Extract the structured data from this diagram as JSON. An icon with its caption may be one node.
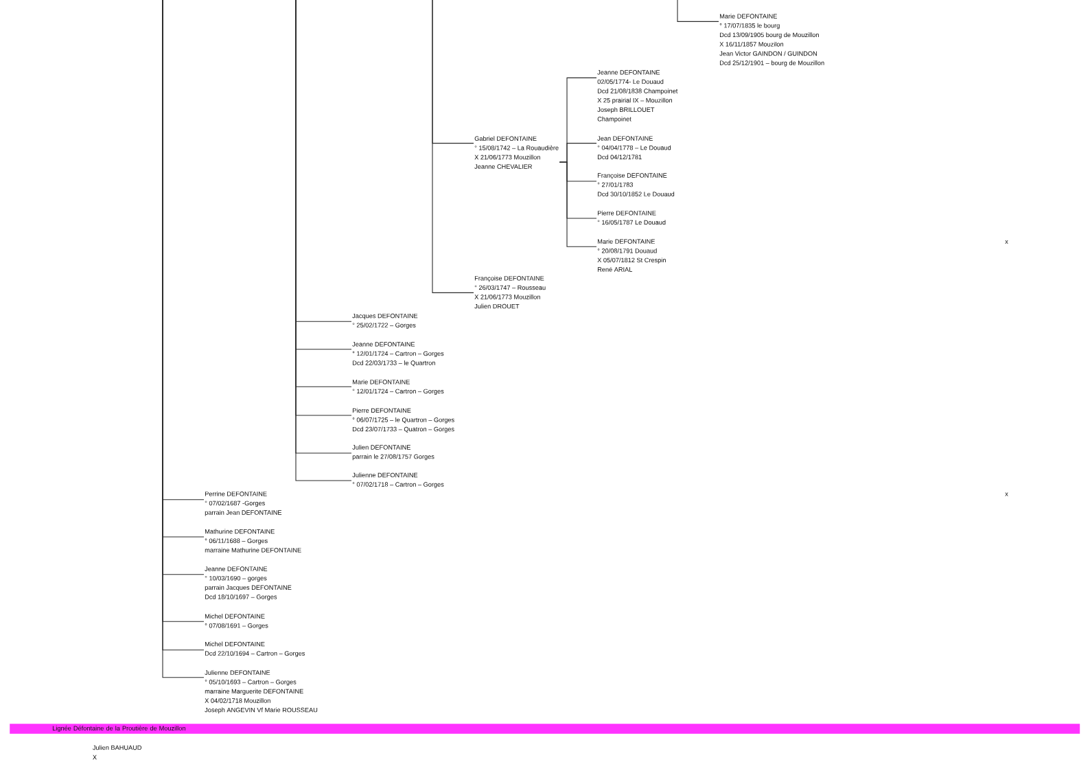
{
  "diagram": {
    "nodes": [
      {
        "text": [
          "Marie DEFONTAINE",
          "° 17/07/1835 le bourg",
          "Dcd 13/09/1905 bourg de Mouzillon",
          "X 16/11/1857 Mouzilon",
          "Jean Victor GAINDON / GUINDON",
          "Dcd 25/12/1901 – bourg de Mouzillon"
        ]
      },
      {
        "text": [
          "Jeanne DEFONTAINE",
          "02/05/1774- Le Douaud",
          "Dcd 21/08/1838 Champoinet",
          "X 25 prairial IX – Mouzillon",
          "Joseph BRILLOUET",
          "Champoinet"
        ]
      },
      {
        "text": [
          "Gabriel DEFONTAINE",
          "° 15/08/1742 – La Rouaudière",
          "X 21/06/1773 Mouzillon",
          "Jeanne CHEVALIER"
        ]
      },
      {
        "text": [
          "Jean DEFONTAINE",
          "° 04/04/1778 – Le Douaud",
          "Dcd 04/12/1781"
        ]
      },
      {
        "text": [
          "Françoise DEFONTAINE",
          "° 27/01/1783",
          "Dcd 30/10/1852 Le Douaud"
        ]
      },
      {
        "text": [
          "Pierre DEFONTAINE",
          "° 16/05/1787 Le Douaud"
        ]
      },
      {
        "text": [
          "Marie DEFONTAINE",
          "° 20/08/1791 Douaud",
          "X 05/07/1812 St Crespin",
          "René ARIAL"
        ]
      },
      {
        "text": [
          "Françoise DEFONTAINE",
          "° 26/03/1747 – Rousseau",
          "X 21/06/1773 Mouzillon",
          "Julien DROUET"
        ]
      },
      {
        "text": [
          "Jacques DEFONTAINE",
          "° 25/02/1722 – Gorges"
        ]
      },
      {
        "text": [
          "Jeanne DEFONTAINE",
          "° 12/01/1724 – Cartron – Gorges",
          "Dcd 22/03/1733 – le Quartron"
        ]
      },
      {
        "text": [
          "Marie DEFONTAINE",
          "° 12/01/1724 – Cartron – Gorges"
        ]
      },
      {
        "text": [
          "Pierre DEFONTAINE",
          "° 06/07/1725 – le Quartron – Gorges",
          "Dcd 23/07/1733 – Quatron – Gorges"
        ]
      },
      {
        "text": [
          "Julien DEFONTAINE",
          "parrain le 27/08/1757 Gorges"
        ]
      },
      {
        "text": [
          "Julienne DEFONTAINE",
          "° 07/02/1718 – Cartron – Gorges"
        ]
      },
      {
        "text": [
          "Perrine DEFONTAINE",
          "° 07/02/1687 -Gorges",
          "parrain Jean DEFONTAINE"
        ]
      },
      {
        "text": [
          "Mathurine DEFONTAINE",
          "° 06/11/1688 – Gorges",
          "marraine Mathurine DEFONTAINE"
        ]
      },
      {
        "text": [
          "Jeanne DEFONTAINE",
          "° 10/03/1690 – gorges",
          "parrain Jacques DEFONTAINE",
          "Dcd 18/10/1697 – Gorges"
        ]
      },
      {
        "text": [
          "Michel DEFONTAINE",
          "° 07/08/1691 – Gorges"
        ]
      },
      {
        "text": [
          "Michel DEFONTAINE",
          "Dcd 22/10/1694 – Cartron – Gorges"
        ]
      },
      {
        "text": [
          "Julienne DEFONTAINE",
          "° 05/10/1693 – Cartron – Gorges",
          "marraine Marguerite DEFONTAINE",
          "X 04/02/1718 Mouzillon",
          "Joseph ANGEVIN Vf Marie ROUSSEAU"
        ]
      },
      {
        "text": [
          "Lignée Défontaine de la Proutière de Mouzillon"
        ]
      }
    ],
    "edges": [
      {
        "from": null,
        "to": 0,
        "arrow": "none"
      },
      {
        "from": 2,
        "to": 1,
        "arrow": "none"
      },
      {
        "from": 2,
        "to": 3,
        "arrow": "none"
      },
      {
        "from": 2,
        "to": 4,
        "arrow": "none"
      },
      {
        "from": 2,
        "to": 5,
        "arrow": "none"
      },
      {
        "from": 2,
        "to": 6,
        "arrow": "none"
      },
      {
        "from": null,
        "to": 2,
        "arrow": "none"
      },
      {
        "from": null,
        "to": 7,
        "arrow": "none"
      },
      {
        "from": null,
        "to": 8,
        "arrow": "none"
      },
      {
        "from": null,
        "to": 9,
        "arrow": "none"
      },
      {
        "from": null,
        "to": 10,
        "arrow": "none"
      },
      {
        "from": null,
        "to": 11,
        "arrow": "none"
      },
      {
        "from": null,
        "to": 12,
        "arrow": "none"
      },
      {
        "from": null,
        "to": 13,
        "arrow": "none"
      },
      {
        "from": null,
        "to": 14,
        "arrow": "none"
      },
      {
        "from": null,
        "to": 15,
        "arrow": "none"
      },
      {
        "from": null,
        "to": 16,
        "arrow": "none"
      },
      {
        "from": null,
        "to": 17,
        "arrow": "none"
      },
      {
        "from": null,
        "to": 18,
        "arrow": "none"
      },
      {
        "from": null,
        "to": 19,
        "arrow": "none"
      }
    ],
    "labels": [
      "x",
      "x",
      "Julien BAHUAUD",
      "X"
    ]
  }
}
